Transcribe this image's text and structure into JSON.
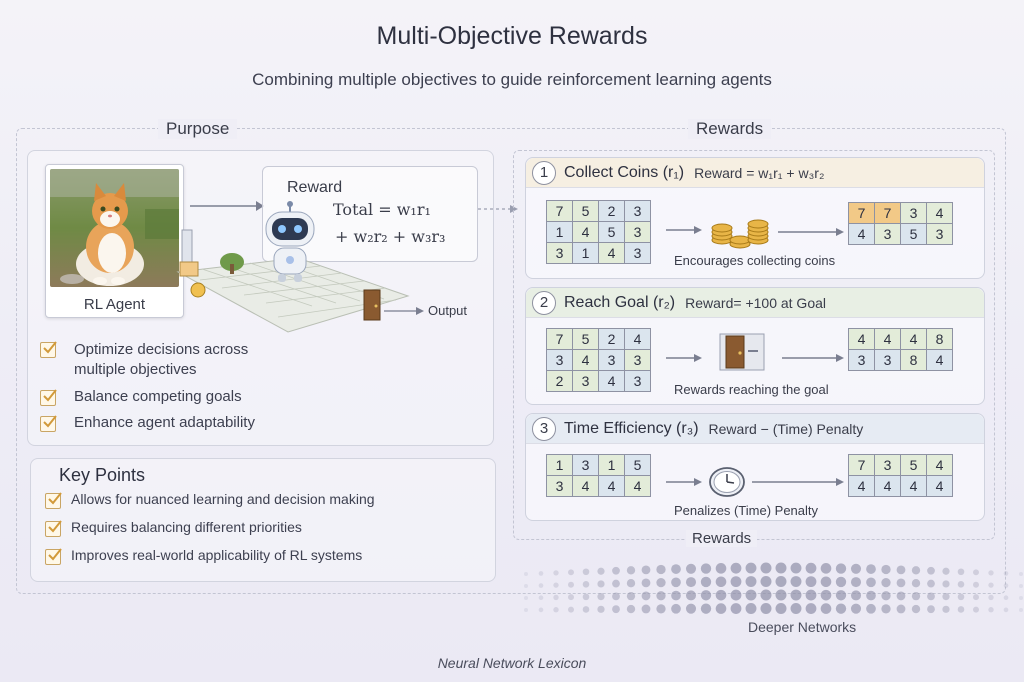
{
  "title": "Multi-Objective Rewards",
  "subtitle": "Combining multiple objectives to guide reinforcement learning agents",
  "purpose": {
    "heading": "Purpose",
    "agent_label": "RL Agent",
    "reward_title": "Reward",
    "reward_eq_line1": "Total = w₁r₁",
    "reward_eq_line2": "+ w₂r₂ + w₃r₃",
    "output_label": "Output",
    "checks": [
      "Optimize decisions across multiple objectives",
      "Balance competing goals",
      "Enhance agent adaptability"
    ]
  },
  "key_points": {
    "heading": "Key Points",
    "items": [
      "Allows for nuanced learning and decision making",
      "Requires balancing different priorities",
      "Improves real-world applicability of RL systems"
    ]
  },
  "rewards": {
    "heading": "Rewards",
    "footer": "Rewards",
    "cards": [
      {
        "number": "1",
        "title": "Collect Coins (r₁)",
        "reward": "Reward = w₁r₁ + w₃r₂",
        "caption": "Encourages collecting coins",
        "input_grid": [
          [
            "7",
            "5",
            "2",
            "3"
          ],
          [
            "1",
            "4",
            "5",
            "3"
          ],
          [
            "3",
            "1",
            "4",
            "3"
          ]
        ],
        "output_grid": [
          [
            "7",
            "7",
            "3",
            "4"
          ],
          [
            "4",
            "3",
            "5",
            "3"
          ]
        ],
        "icon": "coins-icon"
      },
      {
        "number": "2",
        "title": "Reach Goal (r₂)",
        "reward": "Reward= +100 at Goal",
        "caption": "Rewards reaching the goal",
        "input_grid": [
          [
            "7",
            "5",
            "2",
            "4"
          ],
          [
            "3",
            "4",
            "3",
            "3"
          ],
          [
            "2",
            "3",
            "4",
            "3"
          ]
        ],
        "output_grid": [
          [
            "4",
            "4",
            "4",
            "8"
          ],
          [
            "3",
            "3",
            "8",
            "4"
          ]
        ],
        "icon": "door-icon"
      },
      {
        "number": "3",
        "title": "Time Efficiency (r₃)",
        "reward": "Reward − (Time) Penalty",
        "caption": "Penalizes (Time) Penalty",
        "input_grid": [
          [
            "1",
            "3",
            "1",
            "5"
          ],
          [
            "3",
            "4",
            "4",
            "4"
          ]
        ],
        "output_grid": [
          [
            "7",
            "3",
            "5",
            "4"
          ],
          [
            "4",
            "4",
            "4",
            "4"
          ]
        ],
        "icon": "clock-icon"
      }
    ]
  },
  "deeper_label": "Deeper Networks",
  "footer": "Neural Network Lexicon",
  "colors": {
    "coin_gold": "#e8b547",
    "green_cell": "#e3ecd9",
    "blue_cell": "#dbe5ee",
    "orange_cell": "#f2c987",
    "check_border": "#c9a564"
  }
}
